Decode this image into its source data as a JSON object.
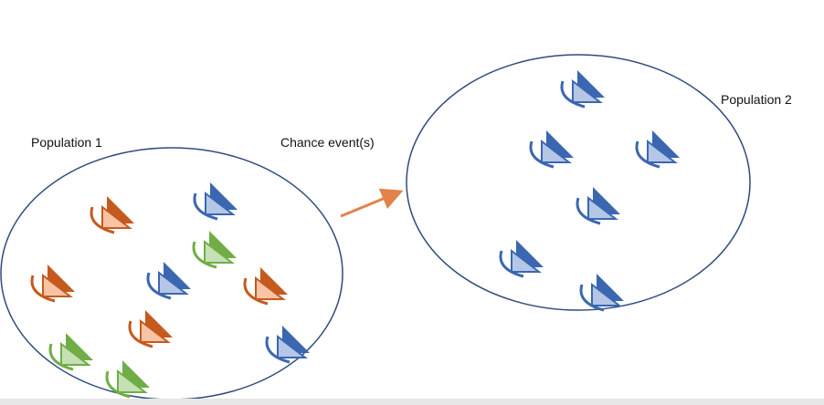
{
  "labels": {
    "population1": "Population 1",
    "population2": "Population 2",
    "chance": "Chance event(s)"
  },
  "colors": {
    "ellipse": "#2f4b7c",
    "arrow": "#e0844a",
    "orange": {
      "dark": "#c55a1e",
      "light": "#f8c4a4"
    },
    "blue": {
      "dark": "#3b67b0",
      "light": "#b4c7e7"
    },
    "green": {
      "dark": "#70ad47",
      "light": "#c5e0b4"
    }
  },
  "population1_individuals": [
    "orange",
    "orange",
    "orange",
    "orange",
    "blue",
    "blue",
    "blue",
    "green",
    "green",
    "green"
  ],
  "population2_individuals": [
    "blue",
    "blue",
    "blue",
    "blue",
    "blue",
    "blue"
  ]
}
